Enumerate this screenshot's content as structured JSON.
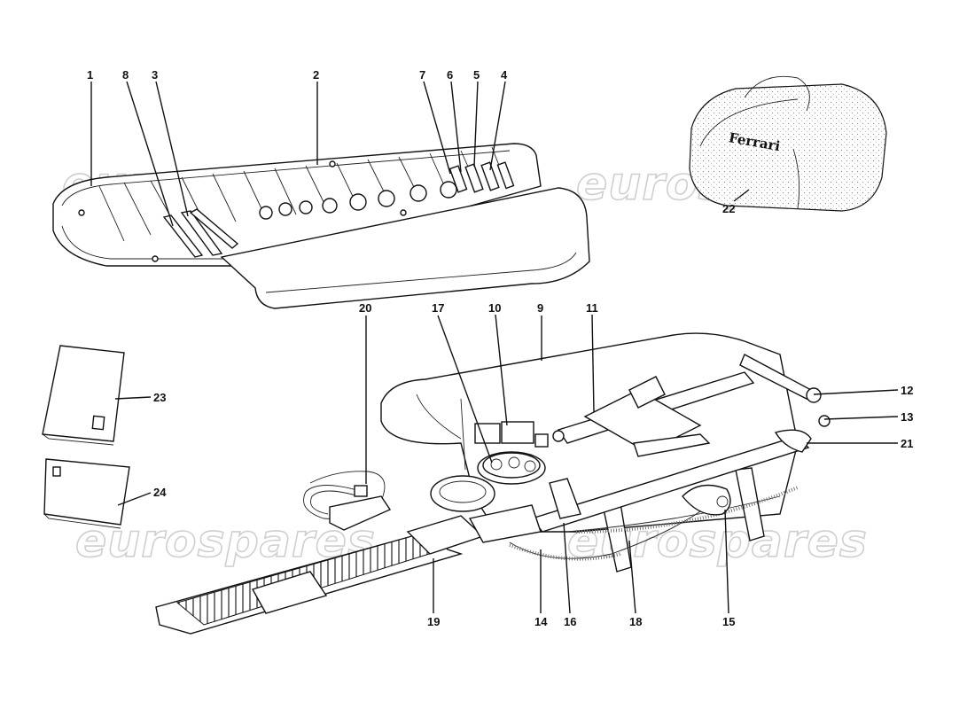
{
  "watermark": "eurospares",
  "bag_brand": "Ferrari",
  "callouts": [
    "1",
    "2",
    "3",
    "4",
    "5",
    "6",
    "7",
    "8",
    "9",
    "10",
    "11",
    "12",
    "13",
    "14",
    "15",
    "16",
    "17",
    "18",
    "19",
    "20",
    "21",
    "22",
    "23",
    "24"
  ]
}
